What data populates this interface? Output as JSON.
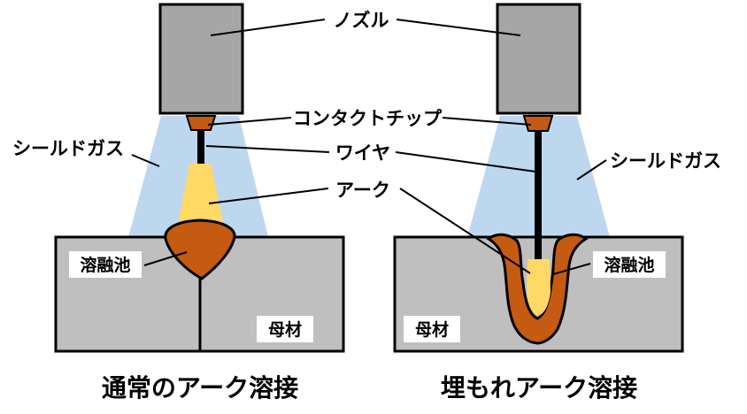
{
  "labels": {
    "nozzle": "ノズル",
    "contact_tip": "コンタクトチップ",
    "wire": "ワイヤ",
    "arc": "アーク",
    "shield_gas": "シールドガス",
    "weld_pool": "溶融池",
    "base_metal": "母材"
  },
  "captions": {
    "left": "通常のアーク溶接",
    "right": "埋もれアーク溶接"
  },
  "colors": {
    "nozzle": "#a6a6a6",
    "tip": "#c55a11",
    "gas": "#bdd7ee",
    "arc": "#ffd966",
    "pool": "#c55a11",
    "base_metal": "#bfbfbf",
    "outline": "#000000"
  }
}
